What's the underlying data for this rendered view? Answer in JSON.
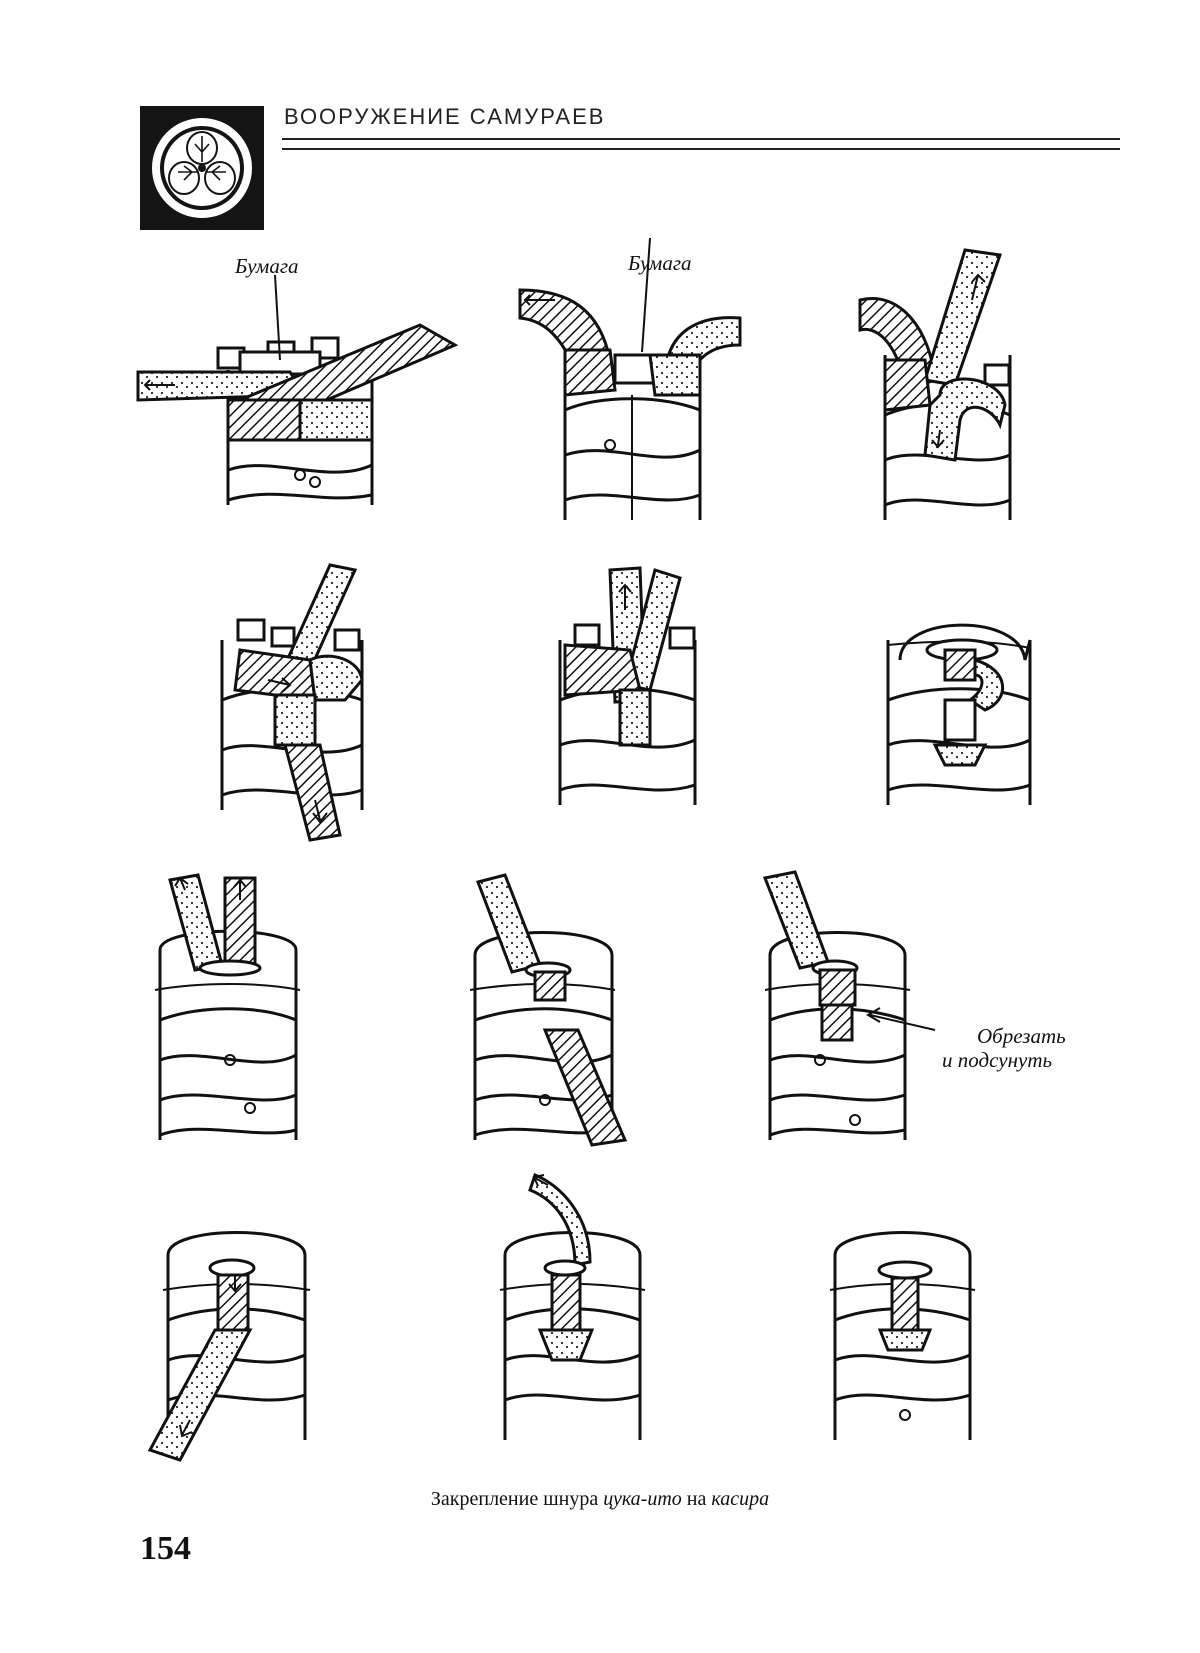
{
  "header": {
    "running_title": "ВООРУЖЕНИЕ САМУРАЕВ",
    "emblem_icon": "trefoil-crest-icon"
  },
  "labels": {
    "paper_1": "Бумага",
    "paper_2": "Бумага",
    "cut_line1": "Обрезать",
    "cut_line2": "и подсунуть"
  },
  "caption": {
    "prefix": "Закрепление шнура ",
    "term1": "цука-ито",
    "middle": " на ",
    "term2": "касира"
  },
  "page_number": "154"
}
